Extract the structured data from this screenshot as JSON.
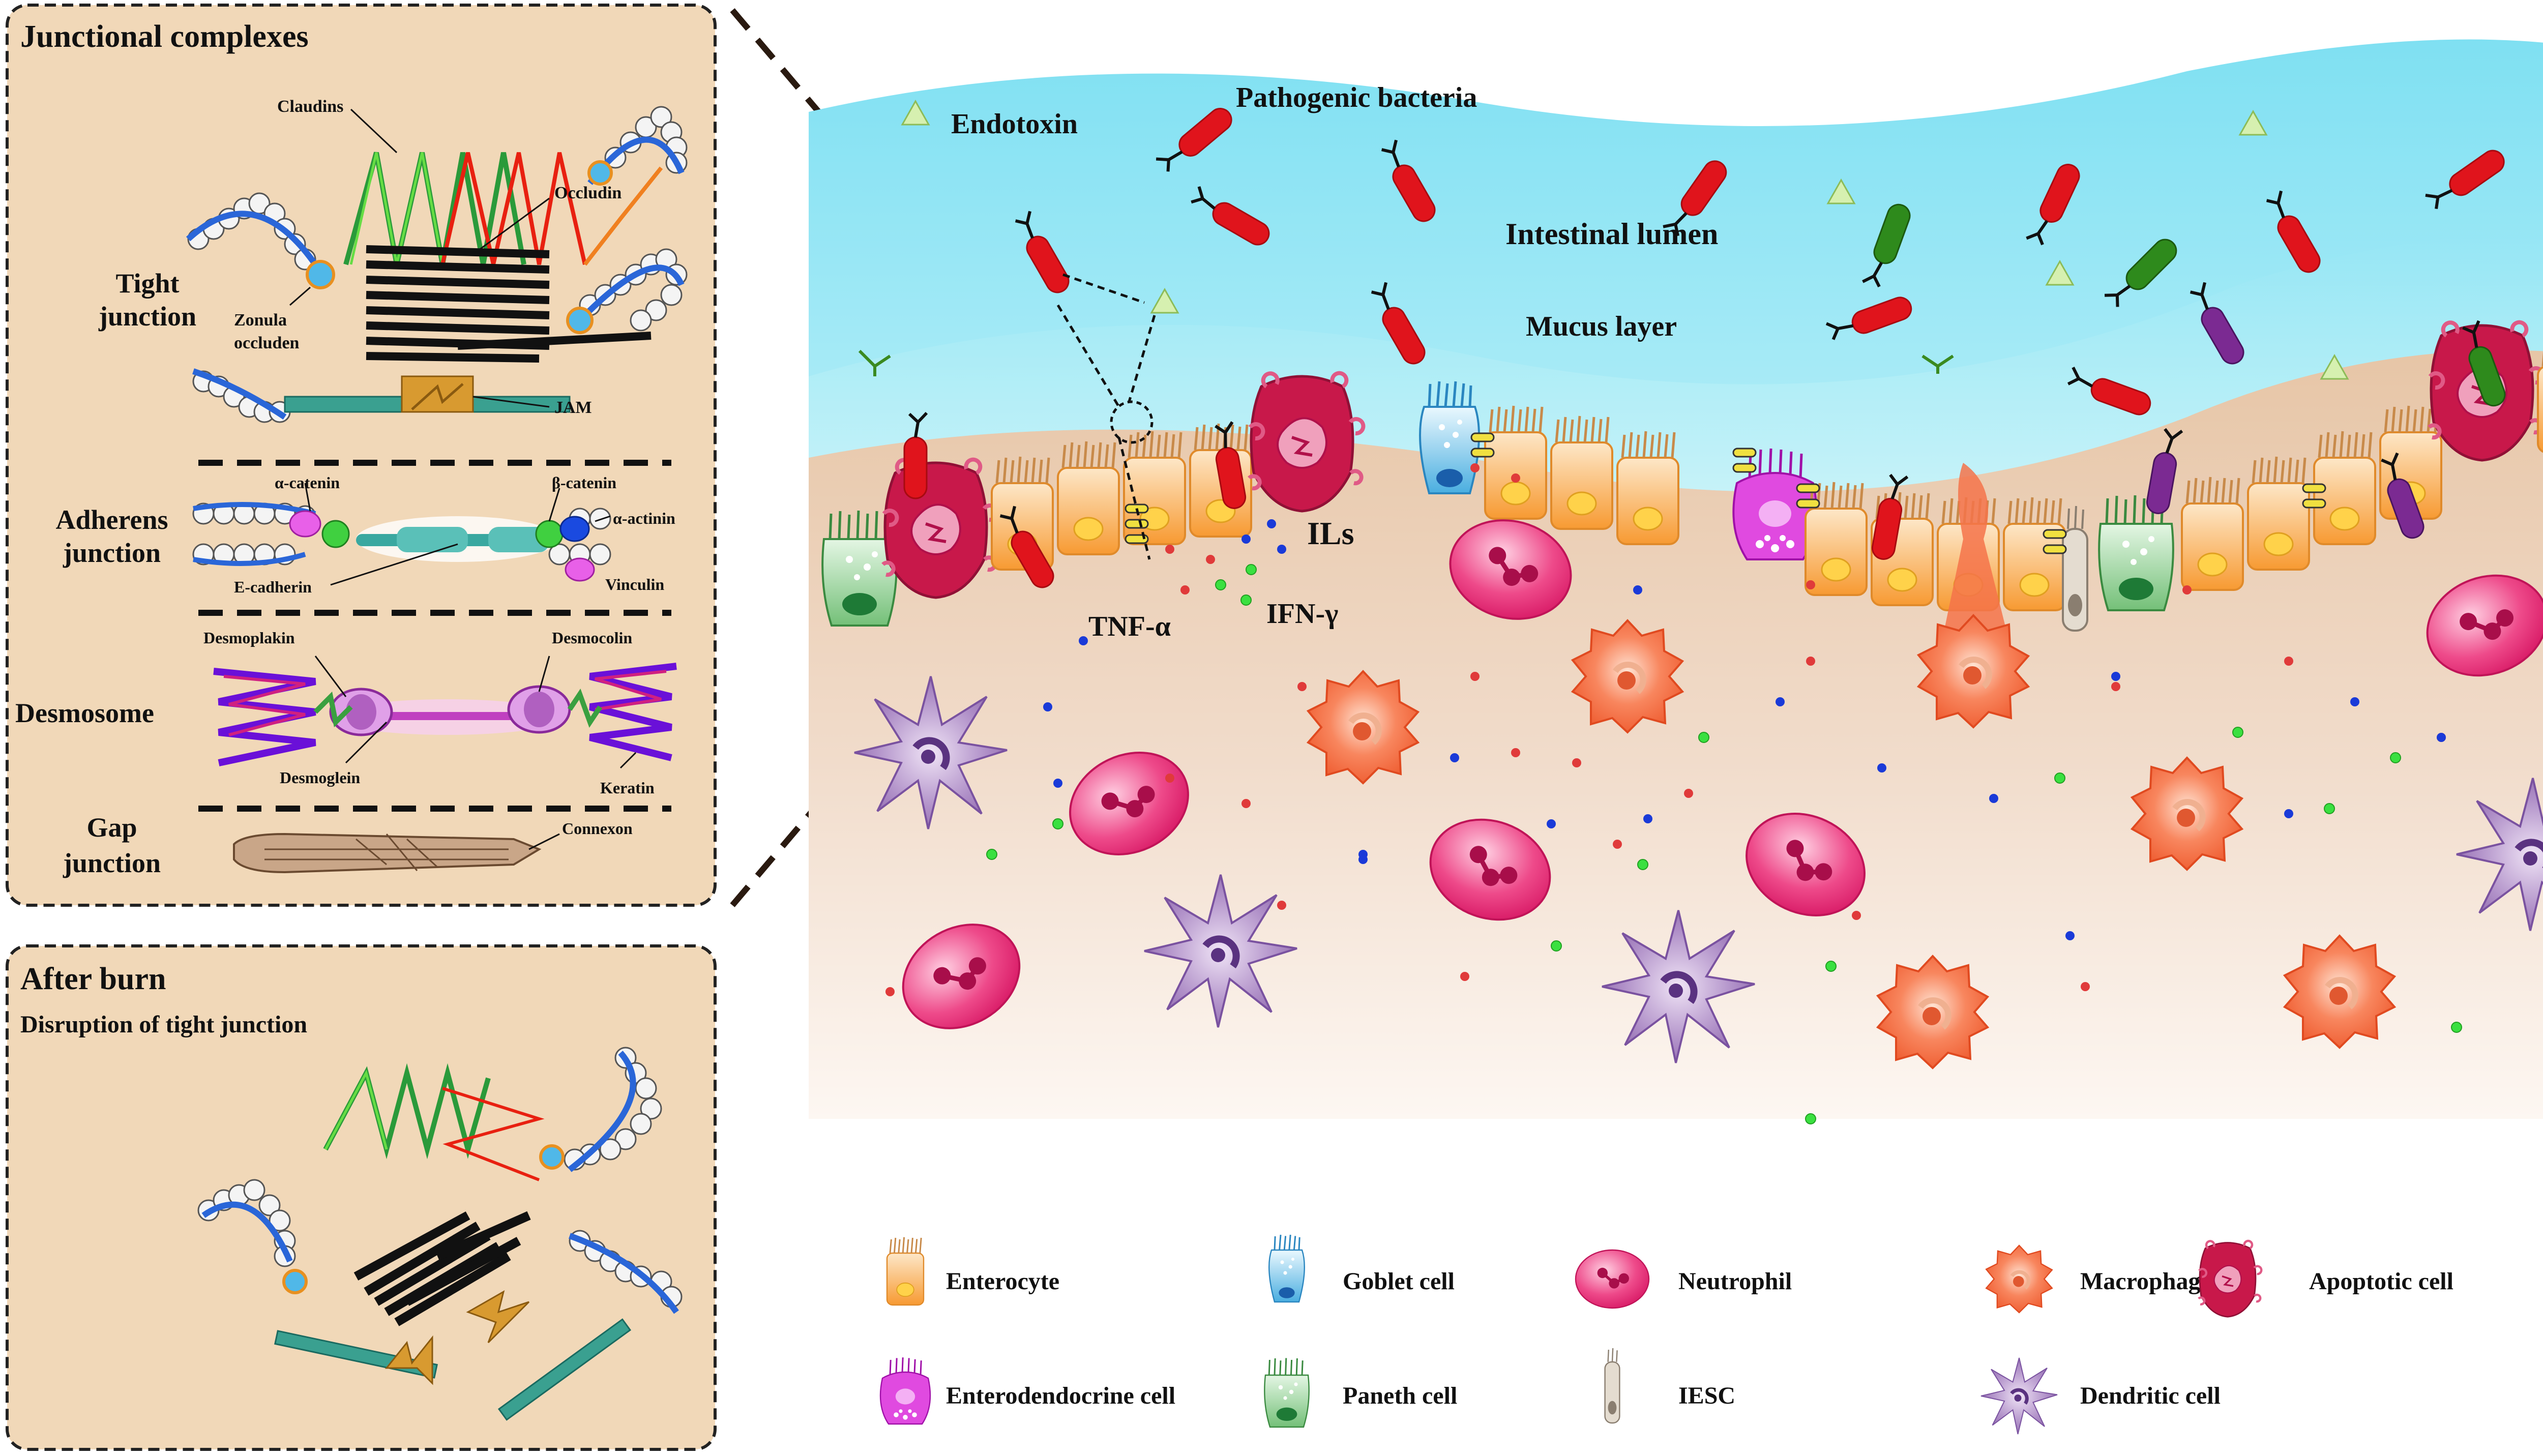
{
  "panels": {
    "junctional": {
      "title": "Junctional complexes",
      "tight": {
        "title_line1": "Tight",
        "title_line2": "junction",
        "claudins": "Claudins",
        "occludin": "Occludin",
        "zonula_line1": "Zonula",
        "zonula_line2": "occluden",
        "jam": "JAM"
      },
      "adherens": {
        "title_line1": "Adherens",
        "title_line2": "junction",
        "alpha_catenin": "α-catenin",
        "beta_catenin": "β-catenin",
        "alpha_actinin": "α-actinin",
        "e_cadherin": "E-cadherin",
        "vinculin": "Vinculin"
      },
      "desmosome": {
        "title": "Desmosome",
        "desmoplakin": "Desmoplakin",
        "desmocolin": "Desmocolin",
        "desmoglein": "Desmoglein",
        "keratin": "Keratin"
      },
      "gap": {
        "title_line1": "Gap",
        "title_line2": "junction",
        "connexon": "Connexon"
      }
    },
    "after_burn": {
      "title": "After burn",
      "subtitle": "Disruption of tight junction"
    }
  },
  "scene": {
    "endotoxin": "Endotoxin",
    "pathogenic_bacteria": "Pathogenic bacteria",
    "intestinal_lumen": "Intestinal lumen",
    "mucus_layer": "Mucus layer",
    "ils": "ILs",
    "tnf": "TNF-α",
    "ifn": "IFN-γ"
  },
  "legend": {
    "enterocyte": "Enterocyte",
    "goblet": "Goblet cell",
    "neutrophil": "Neutrophil",
    "macrophage": "Macrophage",
    "apoptotic": "Apoptotic cell",
    "enterodendocrine": "Enterodendocrine cell",
    "paneth": "Paneth cell",
    "iesc": "IESC",
    "dendritic": "Dendritic cell"
  },
  "colors": {
    "panel_bg": "#f1d8b8",
    "lumen": "#8fe6f5",
    "mucus": "#b5ecf6",
    "tissue": "#ecd1b7",
    "bacteria_red": "#e0141c",
    "bacteria_green": "#2e8a1c",
    "bacteria_purple": "#7b2a92",
    "enterocyte": "#f8a84a",
    "neutrophil": "#e8327a",
    "macrophage": "#f4734a",
    "dendritic": "#a884c0",
    "apoptotic": "#c8184a",
    "goblet": "#6ac0ea",
    "paneth": "#86cc8a",
    "enterodendocrine": "#e04ae0",
    "iesc": "#cfc4b4"
  }
}
